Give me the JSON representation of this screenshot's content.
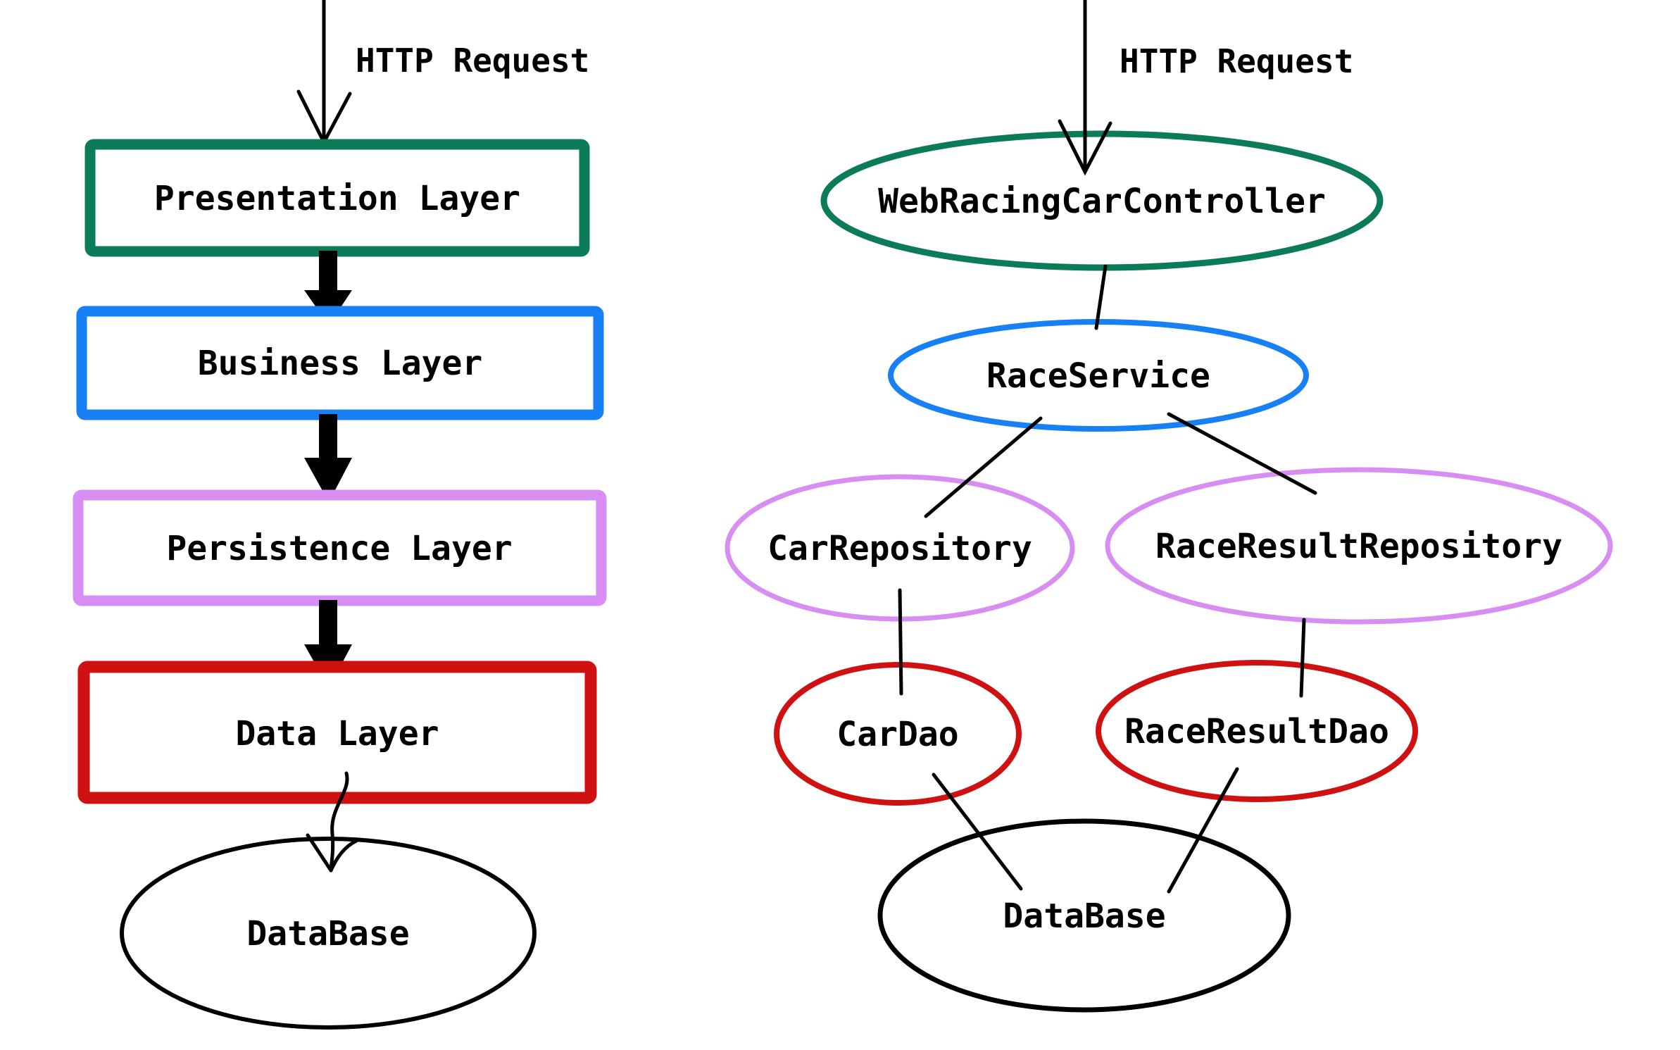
{
  "colors": {
    "green": "#0c7b59",
    "blue": "#1780f4",
    "violet": "#d78df1",
    "red": "#d01111",
    "black": "#000000"
  },
  "left_flow": {
    "http_request_label": "HTTP Request",
    "layers": [
      {
        "label": "Presentation Layer",
        "color": "#0c7b59"
      },
      {
        "label": "Business Layer",
        "color": "#1780f4"
      },
      {
        "label": "Persistence Layer",
        "color": "#d78df1"
      },
      {
        "label": "Data Layer",
        "color": "#d01111"
      }
    ],
    "database_label": "DataBase"
  },
  "right_tree": {
    "http_request_label": "HTTP Request",
    "controller_label": "WebRacingCarController",
    "service_label": "RaceService",
    "car_repository_label": "CarRepository",
    "race_result_repository_label": "RaceResultRepository",
    "car_dao_label": "CarDao",
    "race_result_dao_label": "RaceResultDao",
    "database_label": "DataBase"
  }
}
